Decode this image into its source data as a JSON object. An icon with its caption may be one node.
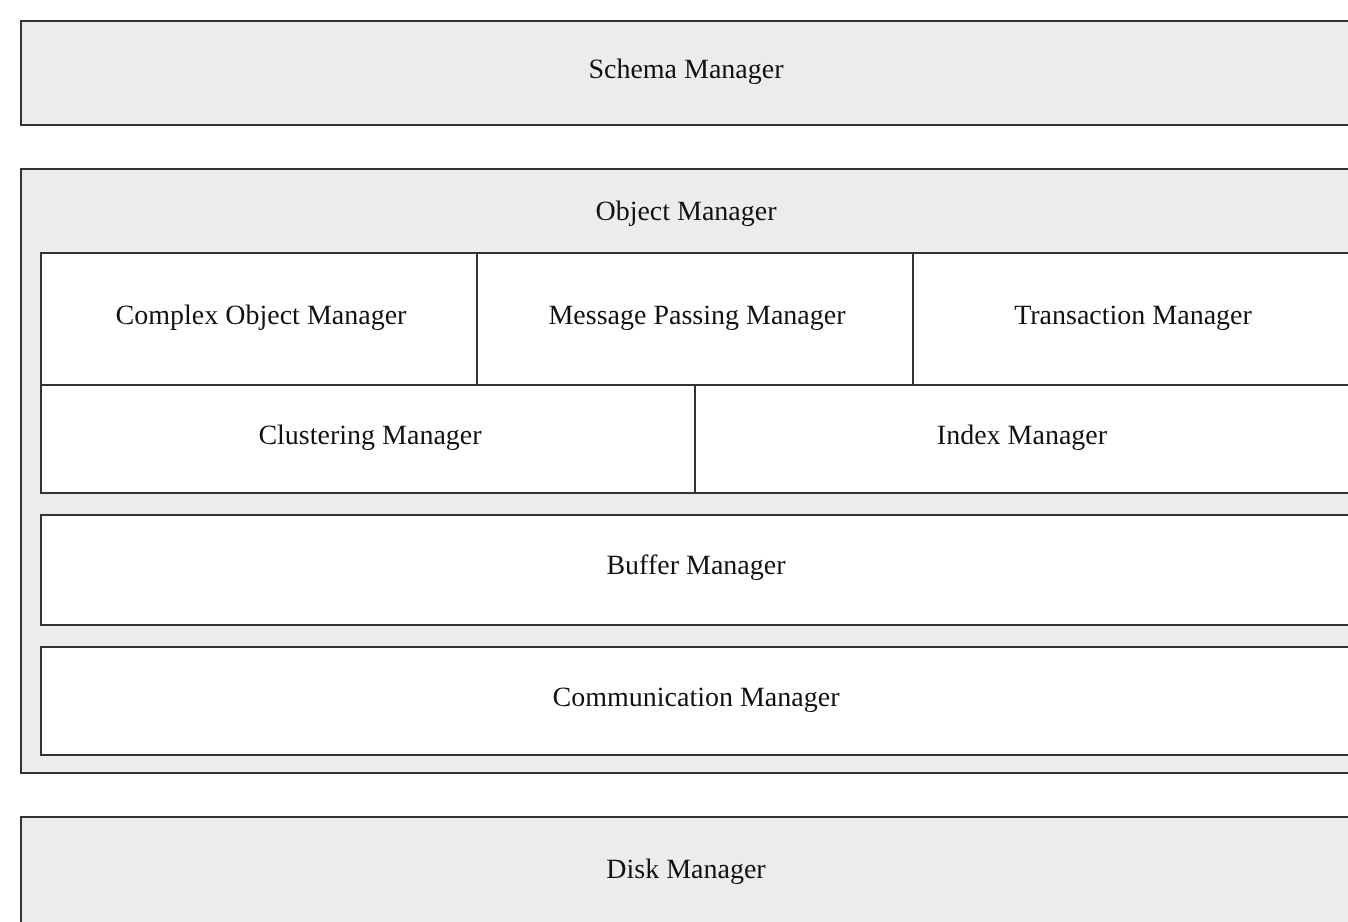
{
  "diagram": {
    "nodes": [
      {
        "text": [
          "Schema Manager"
        ]
      },
      {
        "text": [
          "Object Manager"
        ]
      },
      {
        "text": [
          "Complex Object Manager"
        ],
        "in": 1
      },
      {
        "text": [
          "Message Passing Manager"
        ],
        "in": 1
      },
      {
        "text": [
          "Transaction Manager"
        ],
        "in": 1
      },
      {
        "text": [
          "Clustering Manager"
        ],
        "in": 1
      },
      {
        "text": [
          "Index Manager"
        ],
        "in": 1
      },
      {
        "text": [
          "Buffer Manager"
        ],
        "in": 1
      },
      {
        "text": [
          "Communication Manager"
        ],
        "in": 1
      },
      {
        "text": [
          "Disk Manager"
        ]
      }
    ]
  }
}
